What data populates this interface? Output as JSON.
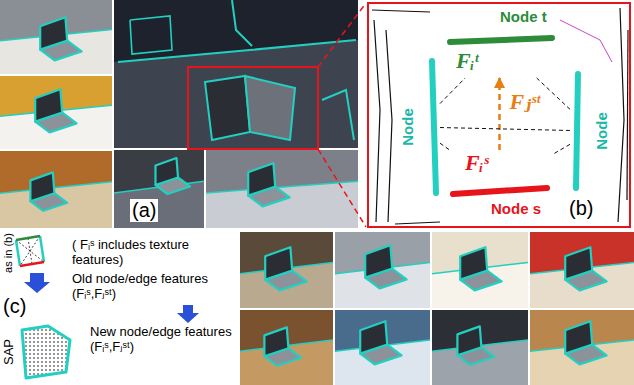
{
  "diagram": {
    "nodes": [
      {
        "text": [
          "(b)"
        ]
      },
      {
        "text": [
          "Node t",
          "Fᵢᵗ"
        ],
        "in": 0
      },
      {
        "text": [
          "Node"
        ],
        "in": 0
      },
      {
        "text": [
          "Node"
        ],
        "in": 0
      },
      {
        "text": [
          "Fᵢˢ",
          "Node s"
        ],
        "in": 0
      }
    ],
    "edges": [
      {
        "from": 4,
        "to": 1,
        "arrow": "to",
        "label": "Fⱼˢᵗ"
      },
      {
        "from": 2,
        "to": 1,
        "arrow": "none"
      },
      {
        "from": 2,
        "to": 4,
        "arrow": "none"
      },
      {
        "from": 3,
        "to": 1,
        "arrow": "none"
      },
      {
        "from": 3,
        "to": 4,
        "arrow": "none"
      },
      {
        "from": 2,
        "to": 3,
        "arrow": "none"
      }
    ],
    "labels": [
      "(a)",
      "as in (b)",
      "(c)",
      "SAP",
      "( Fᵢˢ includes texture features)",
      "Old node/edge features (Fᵢˢ,Fⱼˢᵗ)",
      "New node/edge features (Fᵢˢ,Fⱼˢᵗ)"
    ]
  }
}
